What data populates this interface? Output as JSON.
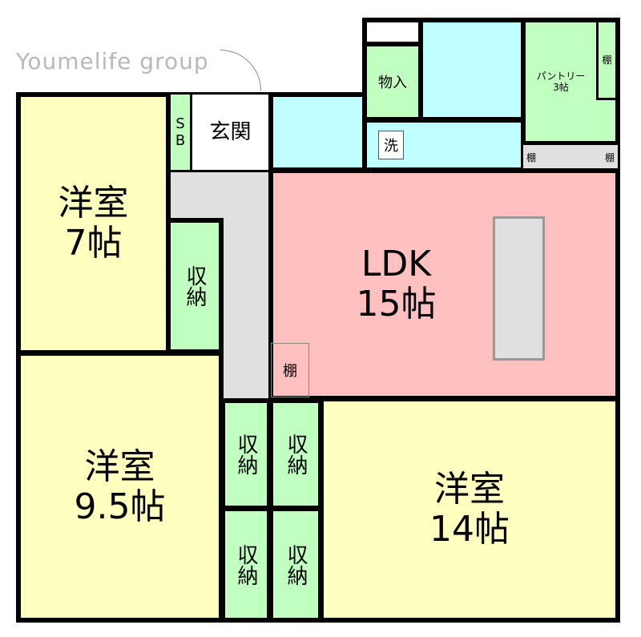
{
  "rooms": {
    "western_7": {
      "name": "洋室",
      "size": "7帖"
    },
    "western_9_5": {
      "name": "洋室",
      "size": "9.5帖"
    },
    "western_14": {
      "name": "洋室",
      "size": "14帖"
    },
    "ldk": {
      "name": "LDK",
      "size": "15帖"
    },
    "entrance": "玄関",
    "shoe_box": "SB",
    "storage_top": "物入",
    "laundry": "洗",
    "pantry": {
      "name": "パントリー",
      "size": "3帖"
    },
    "shelf": "棚",
    "closet": "収納"
  },
  "watermark": "Youmelife group",
  "colors": {
    "bedroom": "#ffffc0",
    "ldk": "#ffc0c0",
    "storage": "#c0ffc0",
    "wet_area": "#c0ffff",
    "hallway": "#e0e0e0"
  }
}
